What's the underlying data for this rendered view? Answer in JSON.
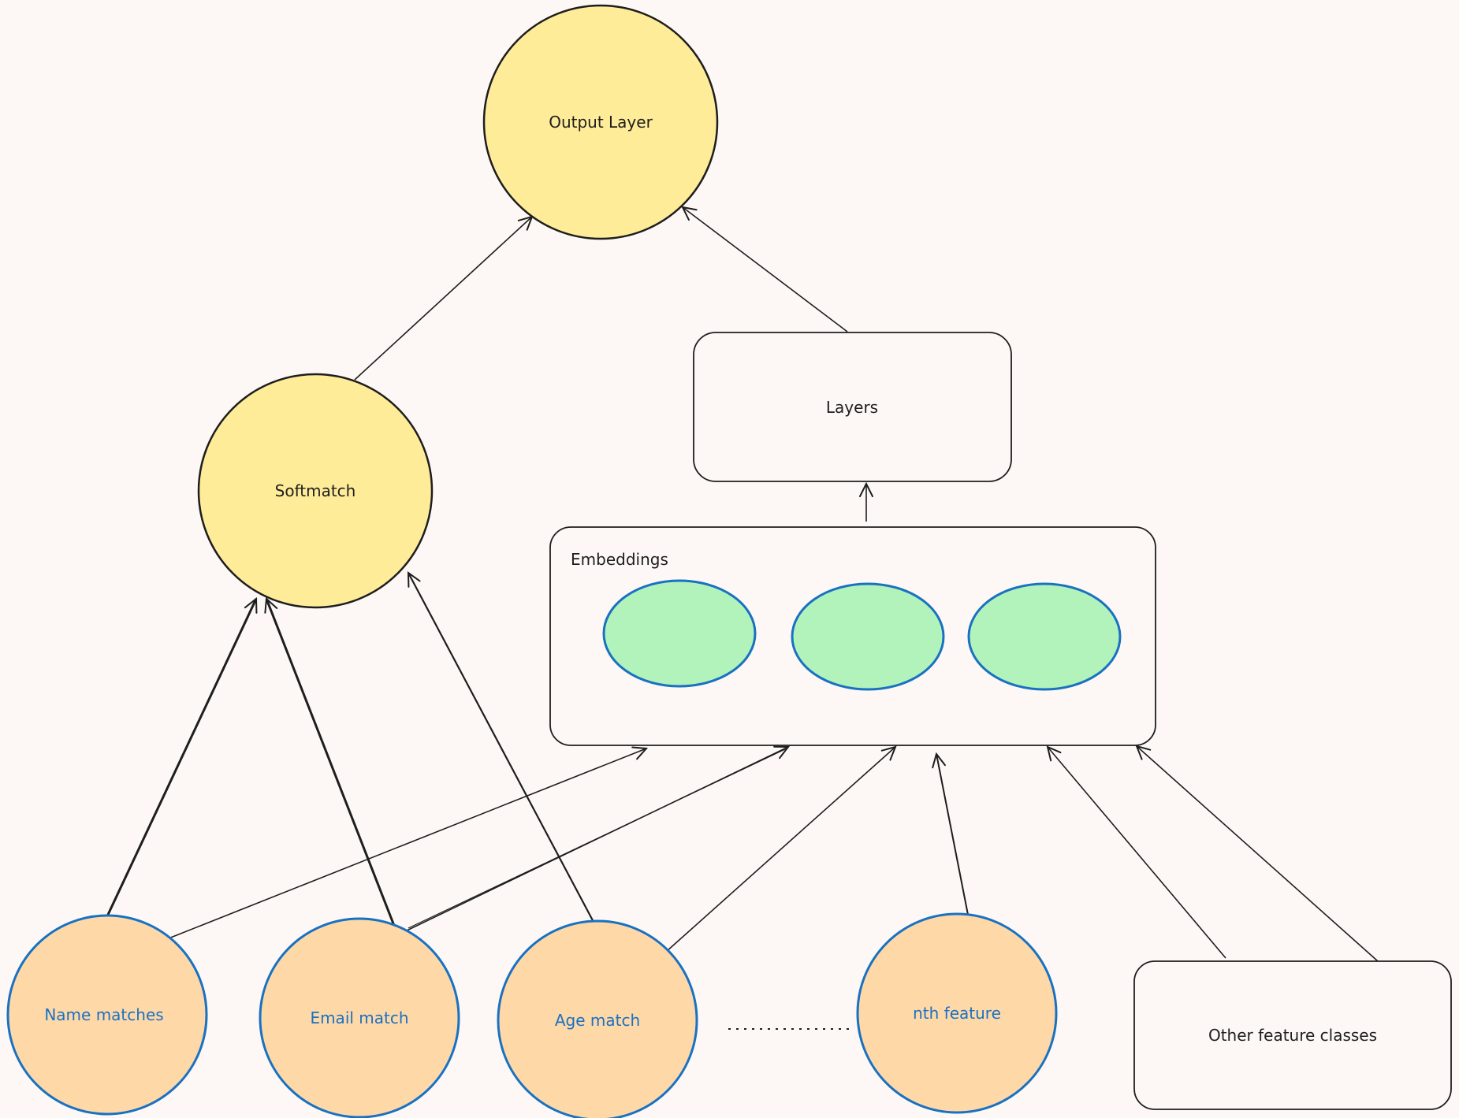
{
  "colors": {
    "background": "#fdf8f6",
    "layer_fill": "#ffec99",
    "feature_fill": "#ffd8a8",
    "embedding_fill": "#b2f2bb",
    "blue_stroke": "#1971c2",
    "dark_stroke": "#1e1e1e"
  },
  "nodes": {
    "output_layer": "Output Layer",
    "softmatch": "Softmatch",
    "layers": "Layers",
    "embeddings": "Embeddings",
    "name_matches": "Name matches",
    "email_match": "Email match",
    "age_match": "Age match",
    "nth_feature": "nth feature",
    "other_feature_classes": "Other feature classes"
  }
}
